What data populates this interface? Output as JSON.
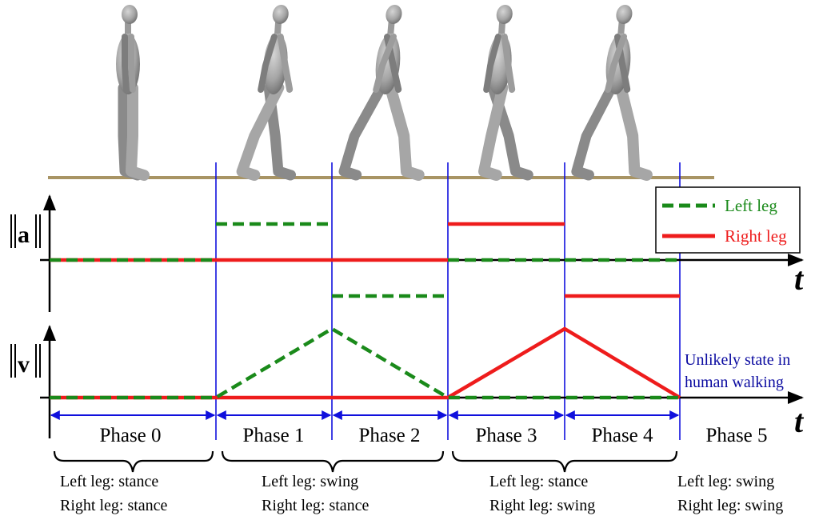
{
  "colors": {
    "left_leg": "#1a8a1a",
    "right_leg": "#ee1c1c",
    "phase_lines": "#1010dd",
    "ground": "#a89464",
    "figure": "#a8a8a8",
    "axis": "#000000",
    "note": "#0a0aa0"
  },
  "figure_icon": "walking-human-figure",
  "axes": {
    "accel_label": "a",
    "vel_label": "v",
    "t_label": "t"
  },
  "legend": {
    "left_leg": "Left leg",
    "right_leg": "Right leg"
  },
  "note": {
    "line1": "Unlikely state in",
    "line2": "human walking"
  },
  "phases": [
    {
      "label": "Phase 0",
      "left": "Left leg: stance",
      "right": "Right leg: stance"
    },
    {
      "label": "Phase 1"
    },
    {
      "label": "Phase 2"
    },
    {
      "label": "Phase 3"
    },
    {
      "label": "Phase 4"
    },
    {
      "label": "Phase 5",
      "left": "Left leg: swing",
      "right": "Right leg: swing"
    }
  ],
  "groups": [
    {
      "left": "Left leg: swing",
      "right": "Right leg: stance"
    },
    {
      "left": "Left leg: stance",
      "right": "Right leg: swing"
    }
  ],
  "chart_data": {
    "type": "line",
    "categories": [
      "Phase 0",
      "Phase 1",
      "Phase 2",
      "Phase 3",
      "Phase 4",
      "Phase 5"
    ],
    "acceleration": {
      "Left leg": [
        0,
        1,
        -1,
        0,
        0
      ],
      "Right leg": [
        0,
        0,
        0,
        1,
        -1
      ]
    },
    "velocity_at_boundaries": {
      "Left leg": [
        0,
        0,
        1,
        0,
        0,
        0
      ],
      "Right leg": [
        0,
        0,
        0,
        0,
        1,
        0
      ]
    }
  }
}
